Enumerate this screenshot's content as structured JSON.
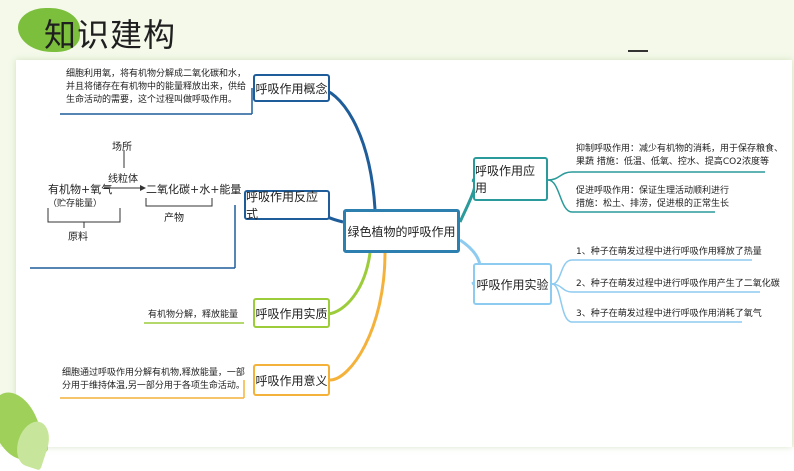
{
  "title": "知识建构",
  "center": "绿色植物的呼吸作用",
  "branches": {
    "concept": {
      "label": "呼吸作用概念",
      "note": [
        "细胞利用氧，将有机物分解成二氧化碳和水，",
        "并且将储存在有机物中的能量释放出来，供给",
        "生命活动的需要，这个过程叫做呼吸作用。"
      ]
    },
    "reaction": {
      "label": "呼吸作用反应式",
      "equation": {
        "reactants": "有机物+氧气",
        "energy_note": "（贮存能量）",
        "raw_label": "原料",
        "site_label": "场所",
        "site": "线粒体",
        "products": "二氧化碳+水+能量",
        "product_label": "产物"
      }
    },
    "essence": {
      "label": "呼吸作用实质",
      "note": "有机物分解，释放能量"
    },
    "meaning": {
      "label": "呼吸作用意义",
      "note": [
        "细胞通过呼吸作用分解有机物,释放能量，一部",
        "分用于维持体温,另一部分用于各项生命活动。"
      ]
    },
    "application": {
      "label": "呼吸作用应用",
      "notes": [
        [
          "抑制呼吸作用：减少有机物的消耗，用于保存粮食、",
          "果蔬  措施：低温、低氧、控水、提高CO2浓度等"
        ],
        [
          "促进呼吸作用：保证生理活动顺利进行",
          "措施：松土、排涝，促进根的正常生长"
        ]
      ]
    },
    "experiment": {
      "label": "呼吸作用实验",
      "items": [
        "1、种子在萌发过程中进行呼吸作用释放了热量",
        "2、种子在萌发过程中进行呼吸作用产生了二氧化碳",
        "3、种子在萌发过程中进行呼吸作用消耗了氧气"
      ]
    }
  },
  "colors": {
    "concept": "#1e5d9a",
    "reaction": "#1e5d9a",
    "essence": "#9ccc3a",
    "meaning": "#f4b23a",
    "application": "#2a9a9a",
    "experiment": "#8ecbf0",
    "center": "#2c7fae",
    "accent": "#7cbf3c"
  }
}
